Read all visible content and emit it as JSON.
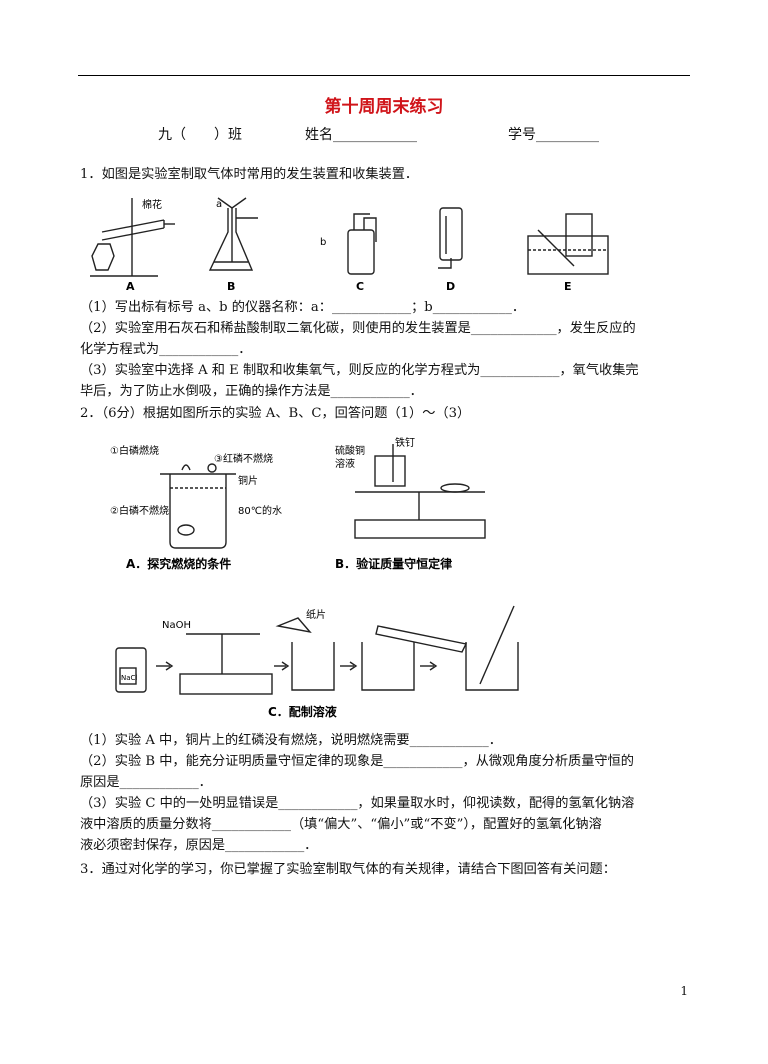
{
  "title": "第十周周末练习",
  "header": {
    "class": "九（　　）班",
    "name": "姓名____________",
    "number": "学号_________"
  },
  "q1": {
    "stem": "1．如图是实验室制取气体时常用的发生装置和收集装置．",
    "figure": {
      "label_a": "a",
      "label_b": "b",
      "label_cotton": "棉花",
      "A": "A",
      "B": "B",
      "C": "C",
      "D": "D",
      "E": "E"
    },
    "p1": "（1）写出标有标号 a、b 的仪器名称：a：____________；b____________．",
    "p2a": "（2）实验室用石灰石和稀盐酸制取二氧化碳，则使用的发生装置是_____________，发生反应的",
    "p2b": "化学方程式为____________．",
    "p3a": "（3）实验室中选择 A 和 E 制取和收集氧气，则反应的化学方程式为____________，氧气收集完",
    "p3b": "毕后，为了防止水倒吸，正确的操作方法是____________．"
  },
  "q2": {
    "stem": "2．（6分）根据如图所示的实验 A、B、C，回答问题（1）～（3）",
    "figA": {
      "l1": "①白磷燃烧",
      "l3": "③红磷不燃烧",
      "copper": "铜片",
      "l2": "②白磷不燃烧",
      "water": "80℃的水",
      "caption": "A．探究燃烧的条件"
    },
    "figB": {
      "cuso4a": "硫酸铜",
      "cuso4b": "溶液",
      "nail": "铁钉",
      "caption": "B．验证质量守恒定律"
    },
    "figC": {
      "naoh": "NaOH",
      "paper": "纸片",
      "bottle": "NaCl",
      "caption": "C．配制溶液"
    },
    "p1": "（1）实验 A 中，铜片上的红磷没有燃烧，说明燃烧需要____________．",
    "p2a": "（2）实验 B 中，能充分证明质量守恒定律的现象是____________，从微观角度分析质量守恒的",
    "p2b": "原因是____________．",
    "p3a": "（3）实验 C 中的一处明显错误是____________，如果量取水时，仰视读数，配得的氢氧化钠溶",
    "p3b": "液中溶质的质量分数将____________（填“偏大”、“偏小”或“不变”），配置好的氢氧化钠溶",
    "p3c": "液必须密封保存，原因是____________．"
  },
  "q3": {
    "stem": "3．通过对化学的学习，你已掌握了实验室制取气体的有关规律，请结合下图回答有关问题："
  },
  "page_number": "1"
}
